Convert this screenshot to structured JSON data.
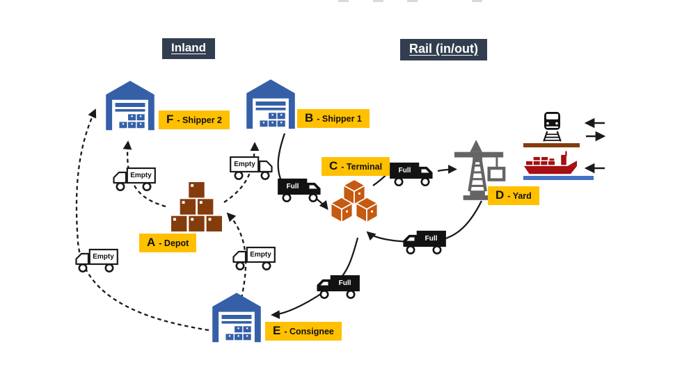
{
  "headers": {
    "inland": "Inland",
    "rail": "Rail (in/out)"
  },
  "nodes": {
    "depot": {
      "letter": "A",
      "rest": "- Depot"
    },
    "shipper1": {
      "letter": "B",
      "rest": "- Shipper 1"
    },
    "terminal": {
      "letter": "C",
      "rest": "- Terminal"
    },
    "yard": {
      "letter": "D",
      "rest": "- Yard"
    },
    "consignee": {
      "letter": "E",
      "rest": "- Consignee"
    },
    "shipper2": {
      "letter": "F",
      "rest": "- Shipper 2"
    }
  },
  "trucks": [
    {
      "id": "empty-truck-depot-to-shipper2",
      "label": "Empty"
    },
    {
      "id": "empty-truck-depot-to-shipper1",
      "label": "Empty"
    },
    {
      "id": "empty-truck-consignee-to-depot",
      "label": "Empty"
    },
    {
      "id": "empty-truck-consignee-to-shipper2",
      "label": "Empty"
    },
    {
      "id": "full-truck-shipper1-to-terminal",
      "label": "Full"
    },
    {
      "id": "full-truck-terminal-to-yard",
      "label": "Full"
    },
    {
      "id": "full-truck-yard-to-terminal",
      "label": "Full"
    },
    {
      "id": "full-truck-terminal-to-consignee",
      "label": "Full"
    }
  ],
  "icons": {
    "warehouse": "warehouse-building-icon",
    "depot_stack": "stacked-boxes-icon",
    "terminal_stack": "stacked-3d-boxes-icon",
    "crane": "container-crane-icon",
    "train": "train-front-icon",
    "ship": "container-ship-icon",
    "truck_full": "box-truck-filled-icon",
    "truck_empty": "box-truck-outline-icon"
  },
  "colors": {
    "header_bg": "#323E4F",
    "label_bg": "#FFC000",
    "warehouse_blue": "#3560A8",
    "depot_brown": "#843C0C",
    "terminal_orange": "#C55A11",
    "crane_gray": "#646464",
    "ship_red": "#A50E12",
    "rail_ground_brown": "#843C0C",
    "water_blue": "#4472C4",
    "arrow_black": "#1a1a1a"
  }
}
